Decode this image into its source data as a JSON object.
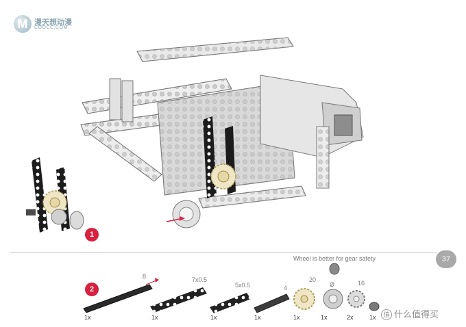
{
  "watermark": {
    "logo_letter": "M",
    "title": "漫天想动漫",
    "site": "COOCC.COM"
  },
  "main_step_number": "1",
  "parts_step_number": "2",
  "tip": "Wheel is better for gear safety",
  "page_number": "37",
  "parts": [
    {
      "icon": "axle-black-icon",
      "size": "8",
      "qty": "1x"
    },
    {
      "icon": "beam-7x05-icon",
      "size": "7x0.5",
      "qty": "1x"
    },
    {
      "icon": "beam-5x05-icon",
      "size": "5x0.5",
      "qty": "1x"
    },
    {
      "icon": "axle-4-icon",
      "size": "4",
      "qty": "1x"
    },
    {
      "icon": "gear-20-icon",
      "size": "20",
      "qty": "1x"
    },
    {
      "icon": "wheel-hub-icon",
      "size": "Ø",
      "qty": "1x"
    },
    {
      "icon": "gear-16-icon",
      "size": "16",
      "qty": "2x"
    },
    {
      "icon": "connector-icon",
      "size": "",
      "qty": "1x"
    }
  ],
  "corner_watermark": {
    "mark": "值",
    "text": "什么值得买"
  },
  "colors": {
    "accent": "#d8203f",
    "page_badge": "#a9a9a9"
  }
}
